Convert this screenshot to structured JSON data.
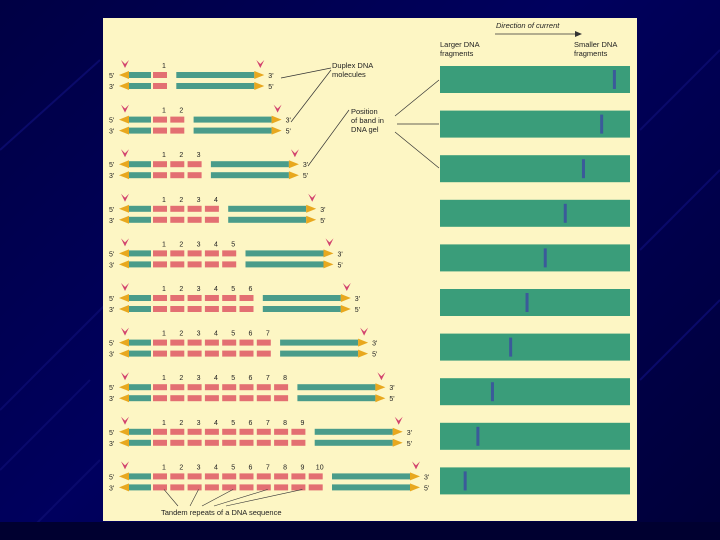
{
  "header": {
    "direction": "Direction of current",
    "larger": "Larger DNA\nfragments",
    "smaller": "Smaller DNA\nfragments"
  },
  "callouts": {
    "duplex": "Duplex DNA\nmolecules",
    "position": "Position\nof band in\nDNA gel"
  },
  "footer": "Tandem repeats of a DNA sequence",
  "strand_ends": {
    "five": "5'",
    "three": "3'"
  },
  "rows": [
    {
      "repeats": 1,
      "band_position": 0.95
    },
    {
      "repeats": 2,
      "band_position": 0.88
    },
    {
      "repeats": 3,
      "band_position": 0.78
    },
    {
      "repeats": 4,
      "band_position": 0.68
    },
    {
      "repeats": 5,
      "band_position": 0.57
    },
    {
      "repeats": 6,
      "band_position": 0.47
    },
    {
      "repeats": 7,
      "band_position": 0.38
    },
    {
      "repeats": 8,
      "band_position": 0.28
    },
    {
      "repeats": 9,
      "band_position": 0.2
    },
    {
      "repeats": 10,
      "band_position": 0.13
    }
  ],
  "colors": {
    "background": "#000044",
    "panel": "#fdf6c4",
    "strand": "#4a9c8a",
    "repeat": "#e36f72",
    "arrow": "#e8a81e",
    "cut_marker": "#d2436e",
    "gel": "#3a9d7a",
    "band": "#3a5a9a"
  }
}
